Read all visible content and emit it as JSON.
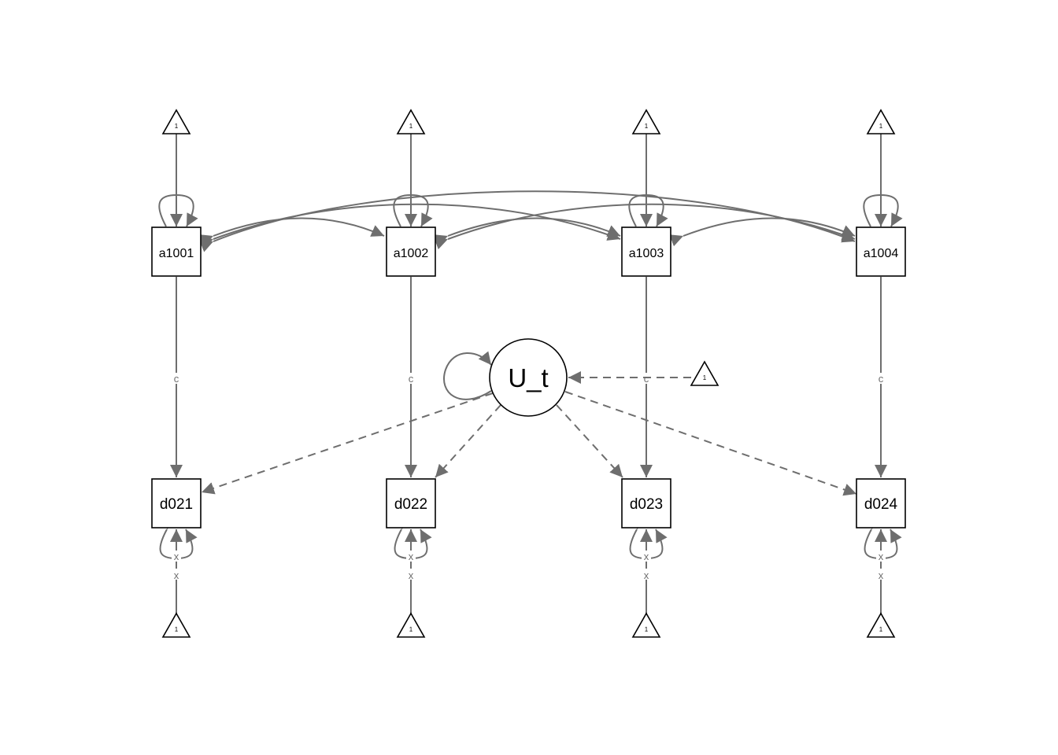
{
  "nodes": {
    "manifest_top": [
      "a1001",
      "a1002",
      "a1003",
      "a1004"
    ],
    "manifest_bottom": [
      "d021",
      "d022",
      "d023",
      "d024"
    ],
    "latent": "U_t"
  },
  "constant_label": "1",
  "edge_labels": {
    "a_to_d": "c",
    "d_lower_upper": "x",
    "d_lower_lower": "x"
  },
  "colors": {
    "edge": "#6e6e6e",
    "node_stroke": "#000000",
    "background": "#ffffff"
  }
}
